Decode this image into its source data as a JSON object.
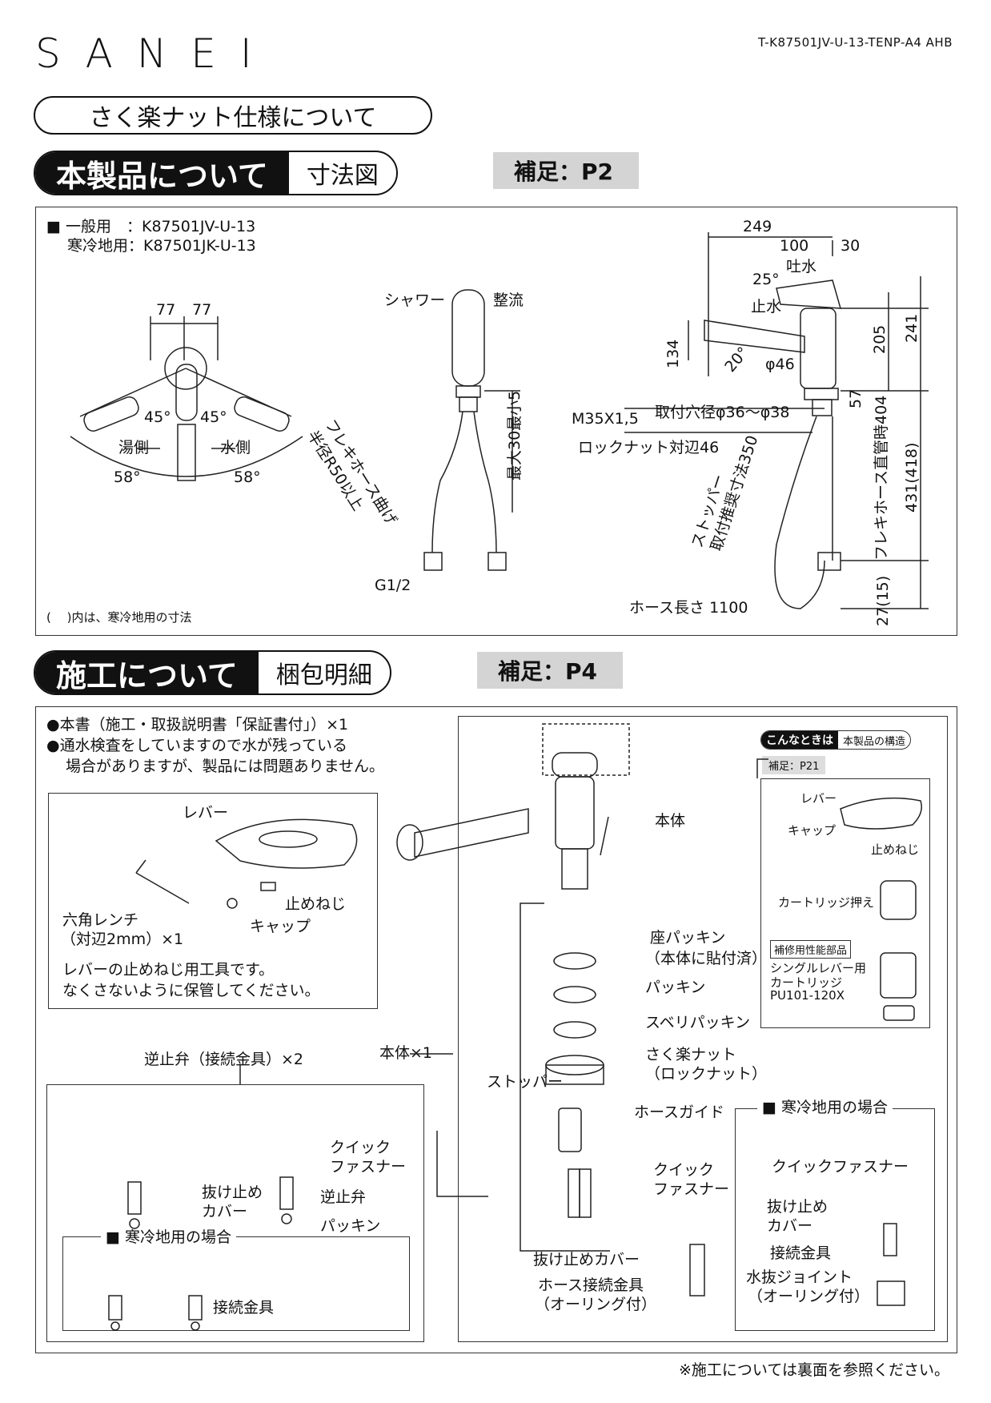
{
  "header": {
    "brand": "SANEI",
    "doc_id": "T-K87501JV-U-13-TENP-A4  AHB",
    "spec_title": "さく楽ナット仕様について"
  },
  "section1": {
    "title": "本製品について",
    "tab": "寸法図",
    "hint": "補足：P2"
  },
  "models": {
    "general": "■ 一般用　：K87501JV-U-13",
    "cold": "寒冷地用：K87501JK-U-13"
  },
  "dims": {
    "d77a": "77",
    "d77b": "77",
    "a45l": "45°",
    "a45r": "45°",
    "yu": "湯側",
    "mizu": "水側",
    "a58l": "58°",
    "a58r": "58°",
    "shower": "シャワー",
    "seiryu": "整流",
    "flex_bend": "フレキホース曲げ",
    "radius": "半径R50以上",
    "min_max": "最大30最小5",
    "g12": "G1/2",
    "d249": "249",
    "d100": "100",
    "d30": "30",
    "a25": "25°",
    "tosui": "吐水",
    "shisui": "止水",
    "d134": "134",
    "a20": "20°",
    "d46": "φ46",
    "d205": "205",
    "d241": "241",
    "d57": "57",
    "m35": "M35X1,5",
    "hole": "取付穴径φ36〜φ38",
    "locknut": "ロックナット対辺46",
    "stopper": "ストッパー",
    "stopper2": "取付推奨寸法350",
    "flex_len": "フレキホース直管時404",
    "d431": "431(418)",
    "d27": "27(15)",
    "hose_len": "ホース長さ 1100",
    "note": "(　 )内は、寒冷地用の寸法"
  },
  "section2": {
    "title": "施工について",
    "tab": "梱包明細",
    "hint": "補足：P4"
  },
  "package": {
    "line1": "●本書（施工・取扱説明書「保証書付」）×1",
    "line2": "●通水検査をしていますので水が残っている",
    "line3": "場合がありますが、製品には問題ありません。",
    "lever": "レバー",
    "tomeneji": "止めねじ",
    "cap": "キャップ",
    "wrench": "六角レンチ",
    "wrench2": "（対辺2mm）×1",
    "tool1": "レバーの止めねじ用工具です。",
    "tool2": "なくさないように保管してください。",
    "check_valve": "逆止弁（接続金具）×2",
    "body_count": "本体×1",
    "quick": "クイック",
    "fastener": "ファスナー",
    "nukedome": "抜け止め",
    "cover": "カバー",
    "gyakushiben": "逆止弁",
    "packing": "パッキン",
    "cold_case": "■ 寒冷地用の場合",
    "setsuzoku": "接続金具",
    "body": "本体",
    "za_packing": "座パッキン",
    "za_packing2": "（本体に貼付済）",
    "packing2": "パッキン",
    "suberi": "スベリパッキン",
    "sakuraku": "さく楽ナット",
    "locknut2": "（ロックナット）",
    "stopper": "ストッパー",
    "hose_guide": "ホースガイド",
    "quick2": "クイック",
    "fastener2": "ファスナー",
    "nukedome_cover": "抜け止めカバー",
    "hose_conn": "ホース接続金具",
    "oring": "（オーリング付）",
    "cold_case2": "■ 寒冷地用の場合",
    "quick_fastener": "クイックファスナー",
    "nukedome2": "抜け止め",
    "cover2": "カバー",
    "setsuzoku2": "接続金具",
    "mizunuki": "水抜ジョイント",
    "oring2": "（オーリング付）",
    "konna": "こんなときは",
    "kozo": "本製品の構造",
    "hint21": "補足：P21",
    "lever2": "レバー",
    "cap2": "キャップ",
    "tomeneji2": "止めねじ",
    "cartridge_press": "カートリッジ押え",
    "repair": "補修用性能部品",
    "single": "シングルレバー用",
    "cartridge": "カートリッジ",
    "pu": "PU101-120X"
  },
  "footer": {
    "note": "※施工については裏面を参照ください。"
  }
}
